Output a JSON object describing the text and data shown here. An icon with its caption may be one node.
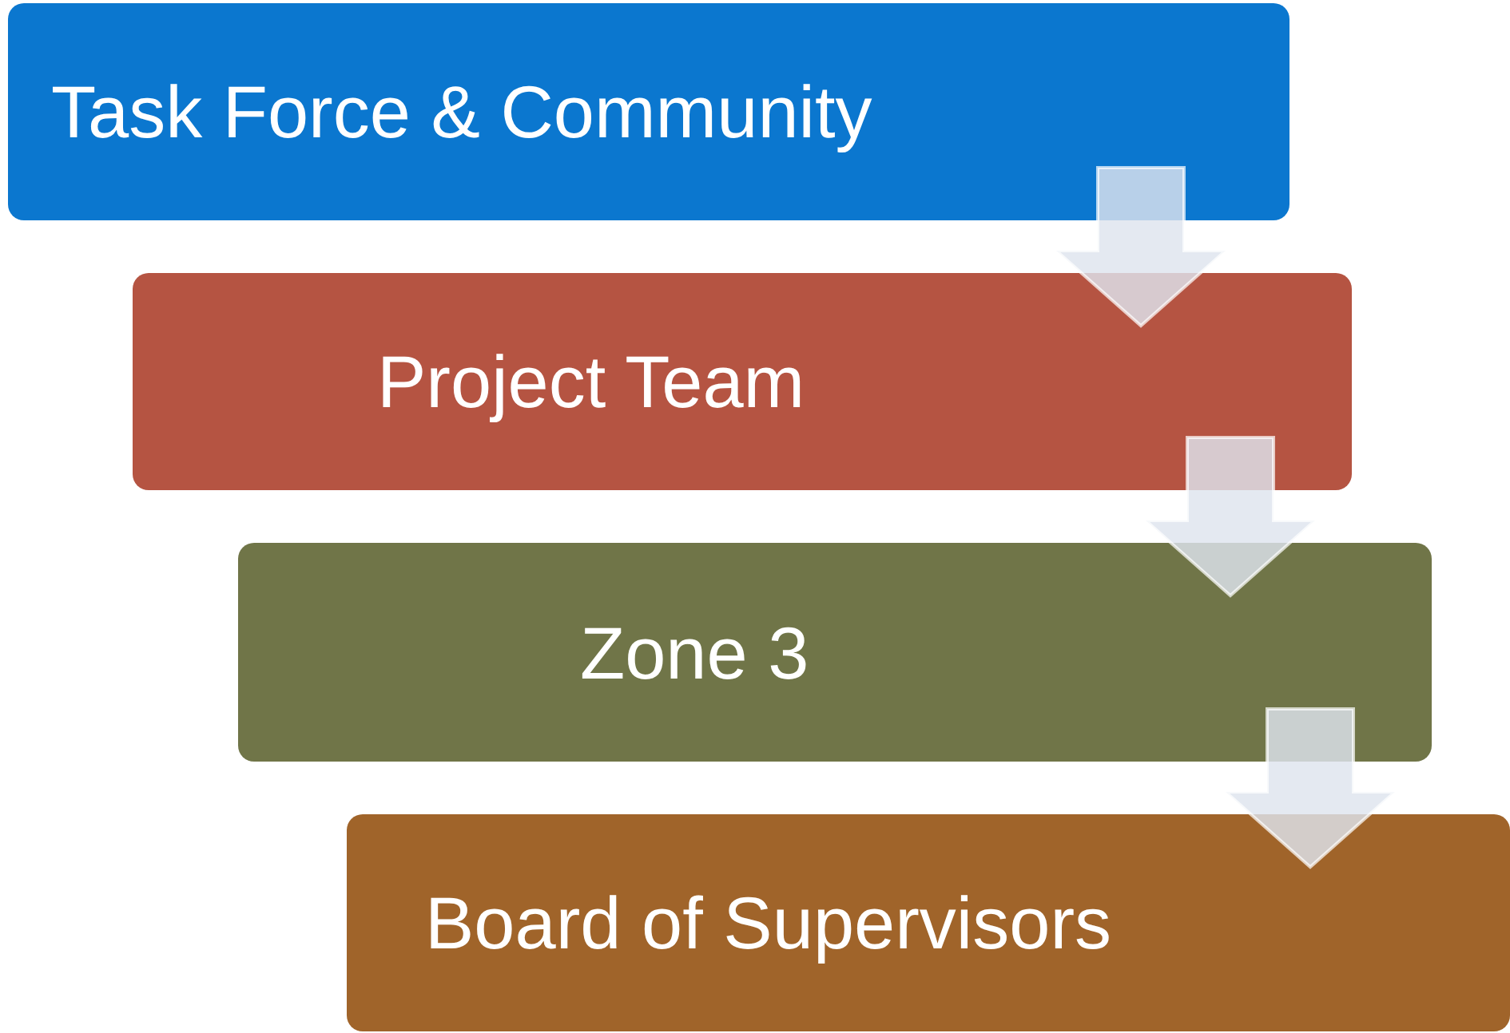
{
  "diagram": {
    "nodes": [
      {
        "text": [
          "Task Force & Community"
        ]
      },
      {
        "text": [
          "Project Team"
        ]
      },
      {
        "text": [
          "Zone 3"
        ]
      },
      {
        "text": [
          "Board of Supervisors"
        ]
      }
    ],
    "edges": [
      {
        "from": 0,
        "to": 1,
        "arrow": "to"
      },
      {
        "from": 1,
        "to": 2,
        "arrow": "to"
      },
      {
        "from": 2,
        "to": 3,
        "arrow": "to"
      }
    ]
  }
}
